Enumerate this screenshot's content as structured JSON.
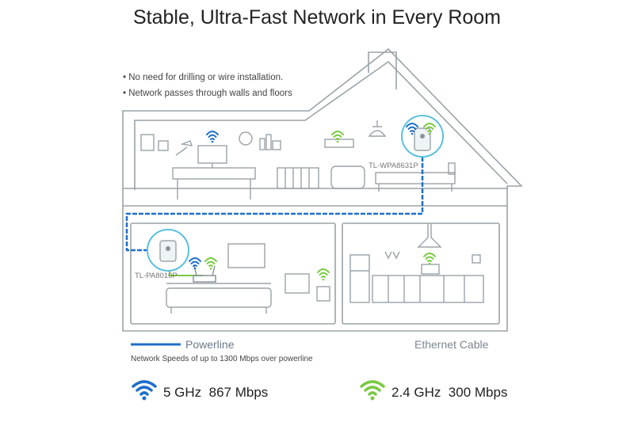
{
  "title": "Stable, Ultra-Fast Network in Every Room",
  "bullets": [
    "No need for drilling or wire installation.",
    "Network passes through walls and floors"
  ],
  "devices": {
    "upstairs": "TL-WPA8631P",
    "downstairs": "TL-PA8010P"
  },
  "legend": {
    "powerline": "Powerline",
    "ethernet": "Ethernet Cable",
    "powerline_color": "#1e6fc9",
    "ethernet_color": "#7ac943"
  },
  "speeds_note": "Network Speeds of up to 1300 Mbps over powerline",
  "bands": [
    {
      "label": "5 GHz  867 Mbps",
      "color": "#1e6fc9",
      "icon": "wifi-icon"
    },
    {
      "label": "2.4 GHz  300 Mbps",
      "color": "#7ac943",
      "icon": "wifi-icon"
    }
  ]
}
